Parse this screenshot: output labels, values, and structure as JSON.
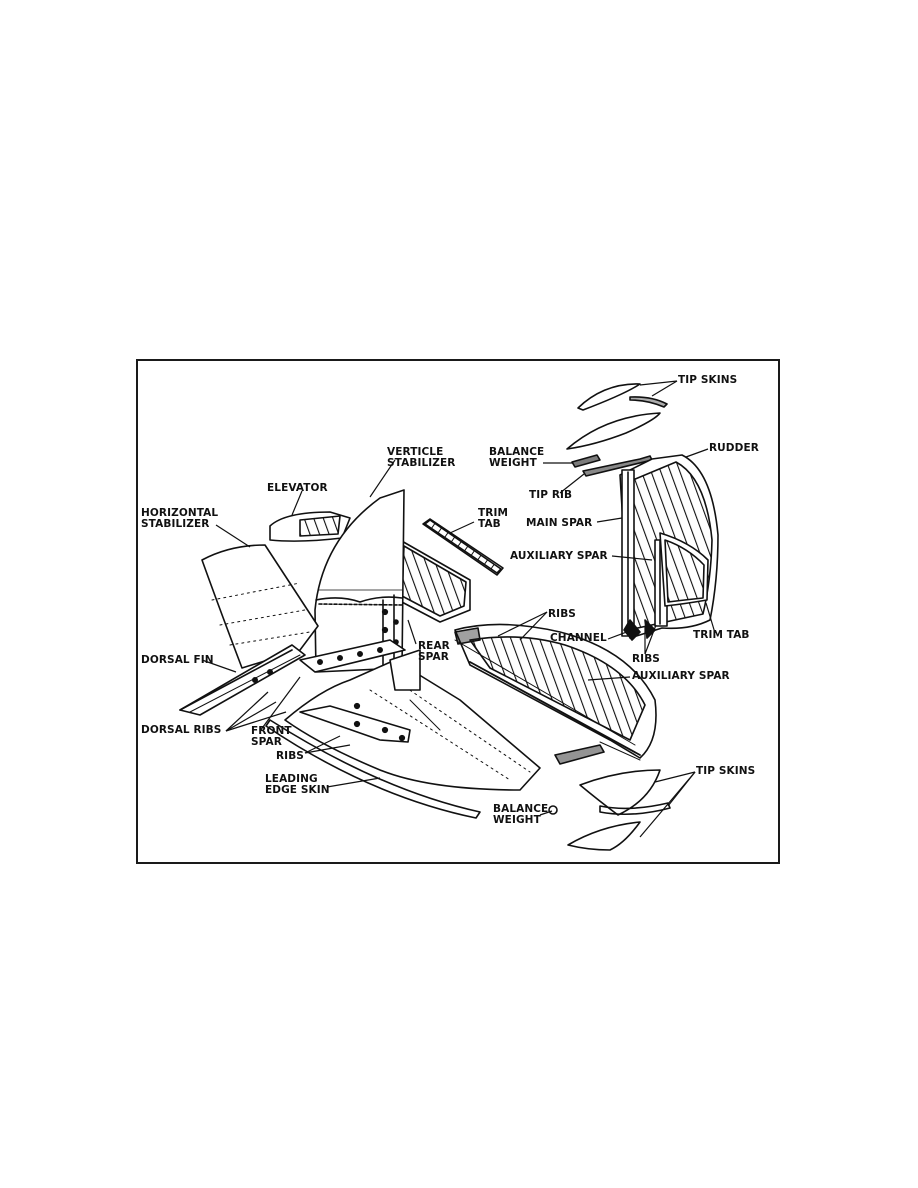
{
  "labels": {
    "tip_skins_top": "TIP SKINS",
    "rudder": "RUDDER",
    "balance_weight_top": "BALANCE\nWEIGHT",
    "tip_rib": "TIP RIB",
    "verticle_stabilizer": "VERTICLE\nSTABILIZER",
    "elevator": "ELEVATOR",
    "trim_tab_upper": "TRIM\nTAB",
    "horizontal_stabilizer": "HORIZONTAL\nSTABILIZER",
    "main_spar": "MAIN SPAR",
    "auxiliary_spar_upper": "AUXILIARY SPAR",
    "ribs_upper": "RIBS",
    "channel": "CHANNEL",
    "trim_tab_lower": "TRIM TAB",
    "ribs_rudder": "RIBS",
    "rear_spar": "REAR\nSPAR",
    "auxiliary_spar_lower": "AUXILIARY SPAR",
    "dorsal_fin": "DORSAL FIN",
    "dorsal_ribs": "DORSAL RIBS",
    "front_spar": "FRONT\nSPAR",
    "ribs_lower": "RIBS",
    "leading_edge_skin": "LEADING\nEDGE SKIN",
    "tip_skins_bottom": "TIP SKINS",
    "balance_weight_bottom": "BALANCE\nWEIGHT"
  },
  "colors": {
    "ink": "#111111",
    "paper": "#ffffff",
    "frame": "#1a1a1a"
  }
}
